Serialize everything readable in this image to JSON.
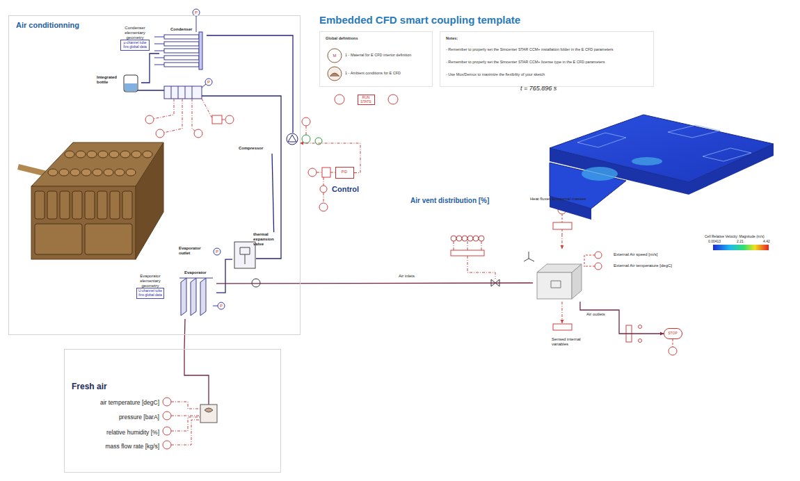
{
  "diagram": {
    "title": "Embedded CFD smart coupling template",
    "nodes": [
      {
        "text": [
          "Air conditionning"
        ]
      },
      {
        "text": [
          "Condenser elementary geometry",
          "µ-channel tube fins global data"
        ],
        "in": 0
      },
      {
        "text": [
          "Condenser"
        ],
        "in": 0
      },
      {
        "text": [
          "Integrated bottle"
        ],
        "in": 0
      },
      {
        "text": [
          "Compressor"
        ],
        "in": 0
      },
      {
        "text": [
          "thermal expansion valve"
        ],
        "in": 0
      },
      {
        "text": [
          "Evaporator outlet"
        ],
        "in": 0
      },
      {
        "text": [
          "Evaporator"
        ],
        "in": 0
      },
      {
        "text": [
          "Evaporator elementary geometry",
          "U-channel tube fins global data"
        ],
        "in": 0
      },
      {
        "text": [
          "Global definitions",
          "1 - Material for E CFD interior definition",
          "1 - Ambient conditions for E CFD"
        ]
      },
      {
        "text": [
          "Notes:",
          "- Remember to properly set the Simcenter STAR CCM+ installation folder in the E CFD parameters",
          "- Remember to properly set the Simcenter STAR CCM+ license type in the E CFD parameters",
          "- Use Mux/Demux to maximize the flexibility of your sketch"
        ]
      },
      {
        "text": [
          "RUN STATS"
        ]
      },
      {
        "text": [
          "PID"
        ]
      },
      {
        "text": [
          "Fresh air",
          "air temperature [degC]",
          "pressure [barA]",
          "relative humidity [%]",
          "mass flow rate [kg/s]"
        ]
      },
      {
        "text": [
          "Air vent distribution [%]"
        ]
      },
      {
        "text": [
          "Heat fluxes to internal masses"
        ]
      },
      {
        "text": [
          "External Air speed [m/s]",
          "External Air temperature [degC]"
        ]
      },
      {
        "text": [
          "Sensed internal variables"
        ]
      },
      {
        "text": [
          "STOP"
        ]
      }
    ],
    "edges": [
      {
        "from": 4,
        "to": 2,
        "arrow": "none"
      },
      {
        "from": 2,
        "to": 3,
        "arrow": "none"
      },
      {
        "from": 5,
        "to": 7,
        "arrow": "none"
      },
      {
        "from": 5,
        "to": 4,
        "arrow": "none"
      },
      {
        "from": 13,
        "to": 7,
        "arrow": "none"
      },
      {
        "from": 7,
        "to": 16,
        "label": "Air inlets",
        "arrow": "none"
      },
      {
        "from": 12,
        "to": 4,
        "arrow": "to"
      },
      {
        "from": 15,
        "to": 16,
        "arrow": "to"
      },
      {
        "from": 16,
        "to": 17,
        "arrow": "to"
      },
      {
        "from": 16,
        "to": 18,
        "label": "Air outlets",
        "arrow": "to"
      }
    ],
    "labels": [
      "t = 765.896 s",
      "Control",
      "Cell Relative Velocity: Magnitude (m/s)",
      "0.00413",
      "2.21",
      "4.42",
      "P",
      "P",
      "P",
      "P",
      "M"
    ]
  }
}
